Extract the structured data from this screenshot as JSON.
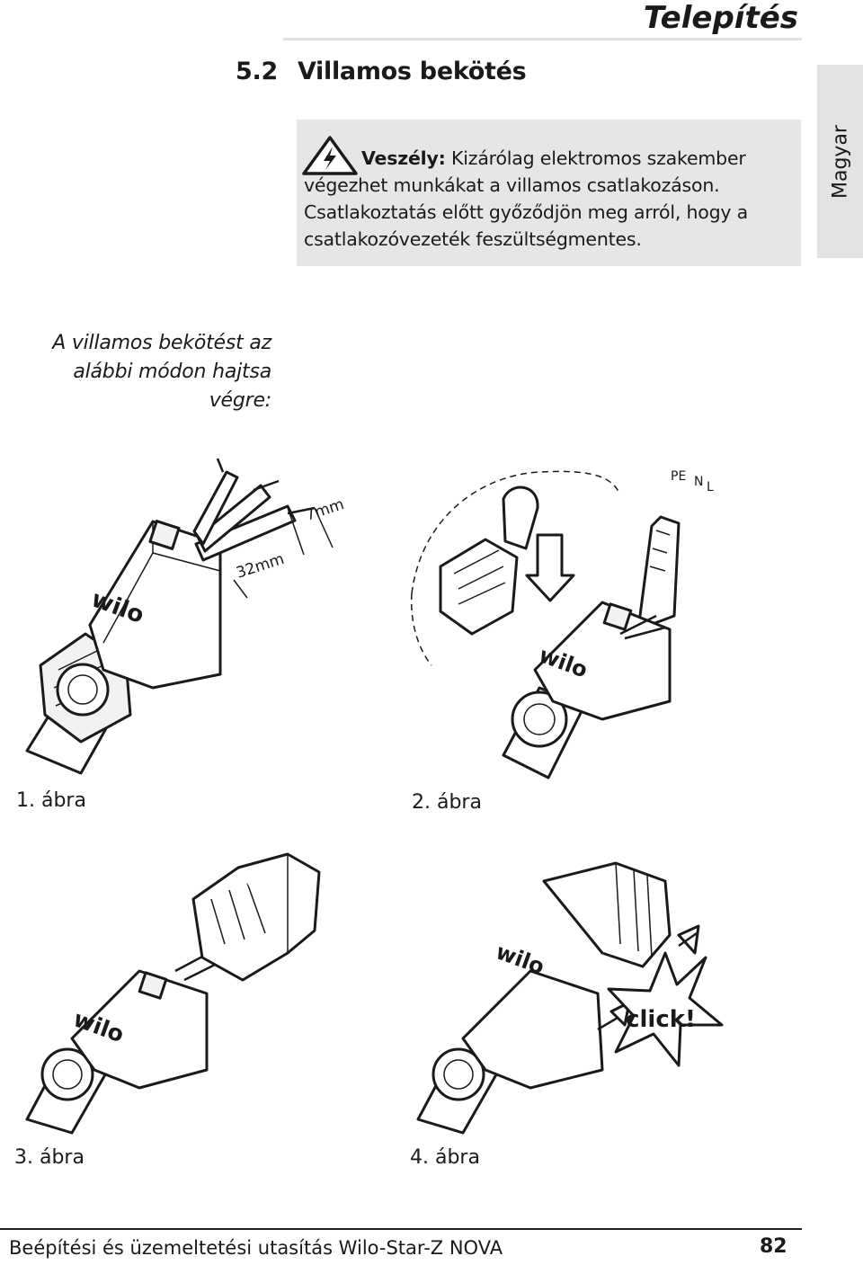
{
  "header": {
    "title": "Telepítés"
  },
  "section": {
    "number": "5.2",
    "title": "Villamos bekötés"
  },
  "language_tab": "Magyar",
  "warning": {
    "label": "Veszély:",
    "text": "Kizárólag elektromos szakember végezhet munkákat a villamos csatlakozáson. Csatlakoztatás előtt győződjön meg arról, hogy a csatlakozóvezeték feszültségmentes."
  },
  "intro": "A villamos bekötést az alábbi módon hajtsa végre:",
  "figures": [
    {
      "caption": "1. ábra",
      "brand": "wilo",
      "dims": [
        "32mm",
        "7mm"
      ]
    },
    {
      "caption": "2. ábra",
      "brand": "wilo",
      "terminals": [
        "PE",
        "N",
        "L"
      ]
    },
    {
      "caption": "3. ábra",
      "brand": "wilo"
    },
    {
      "caption": "4. ábra",
      "brand": "wilo",
      "callout": "click!"
    }
  ],
  "footer": {
    "text": "Beépítési és üzemeltetési utasítás Wilo-Star-Z NOVA",
    "page": "82"
  }
}
